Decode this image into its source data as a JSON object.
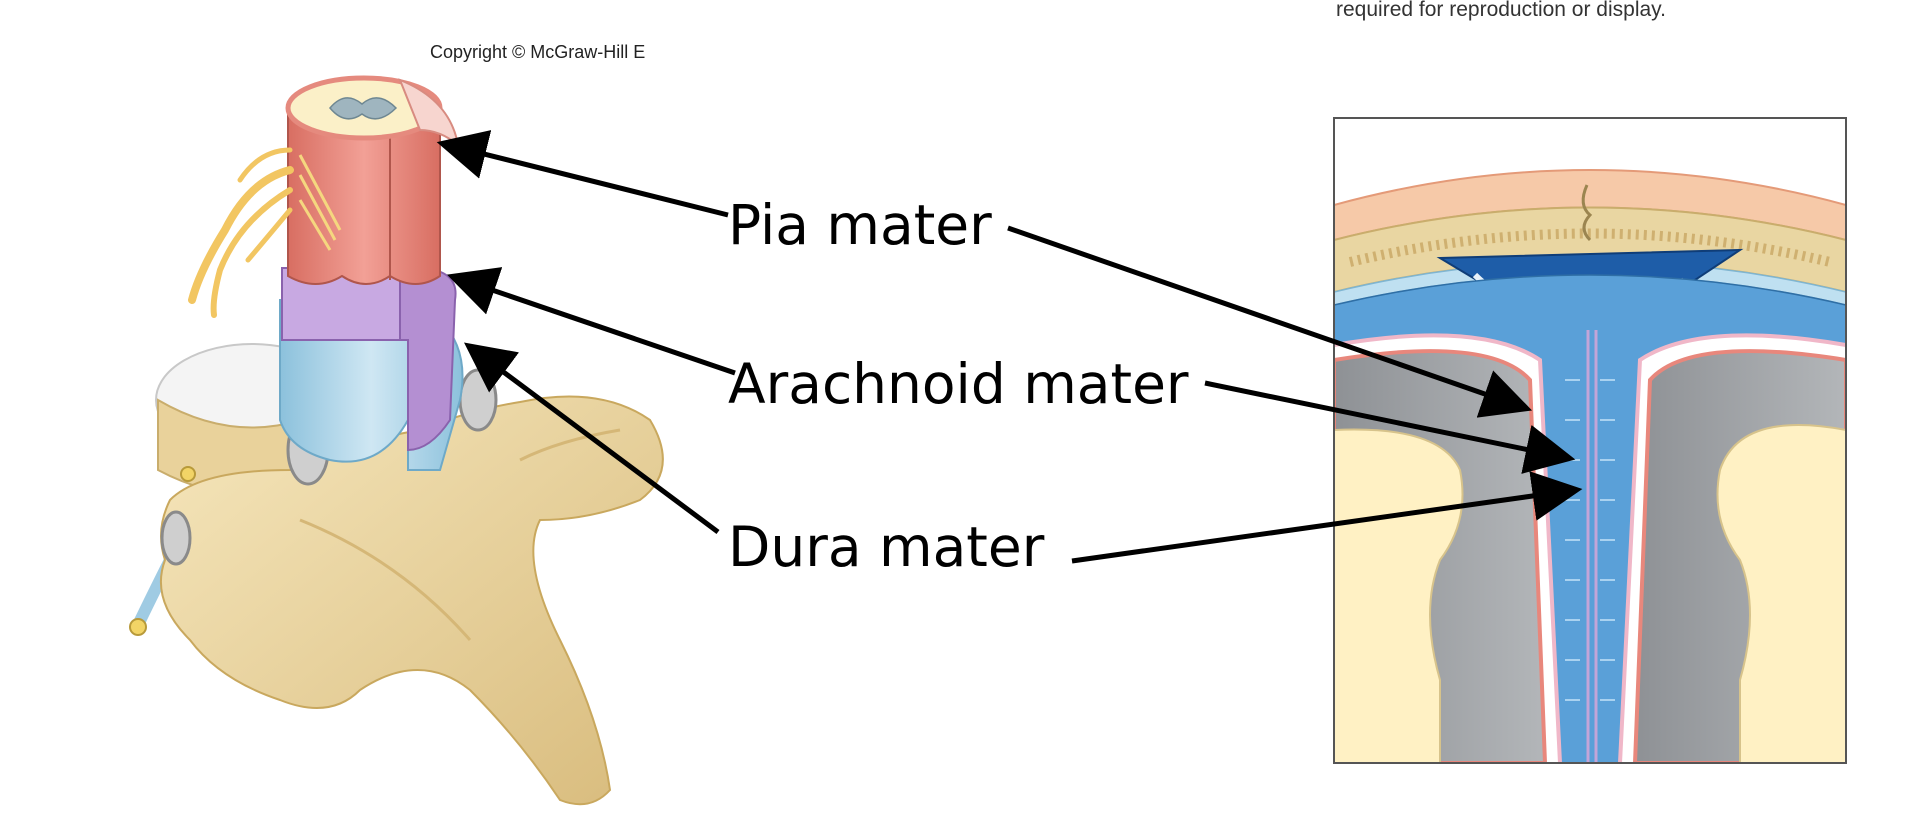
{
  "copyright_note": "Copyright © McGraw-Hill E",
  "permission_note": "required for reproduction or display.",
  "labels": {
    "pia": "Pia mater",
    "arachnoid": "Arachnoid mater",
    "dura": "Dura mater"
  },
  "icons": [
    "spinal-cord-illustration",
    "brain-meninges-illustration",
    "arrow-icon"
  ],
  "colors": {
    "bone": "#efdcaa",
    "dura": "#a9d3e8",
    "arachnoid": "#b99ad6",
    "pia": "#e8867a",
    "csf": "#5aa0d8",
    "brain_gray": "#9fa2a6",
    "brain_inner": "#fff1c4"
  }
}
